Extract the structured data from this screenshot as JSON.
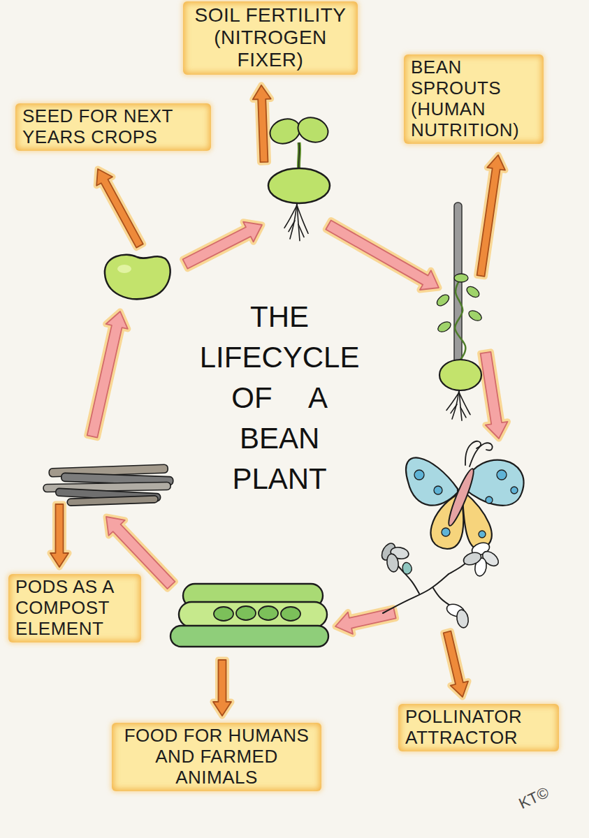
{
  "diagram": {
    "title": "THE LIFECYCLE OF A BEAN PLANT",
    "nodes": [
      {
        "text": [
          "SEED FOR NEXT YEARS CROPS"
        ]
      },
      {
        "text": [
          "SOIL FERTILITY (NITROGEN FIXER)"
        ]
      },
      {
        "text": [
          "BEAN SPROUTS (HUMAN NUTRITION)"
        ]
      },
      {
        "text": [
          "POLLINATOR ATTRACTOR"
        ]
      },
      {
        "text": [
          "FOOD FOR HUMANS AND FARMED ANIMALS"
        ]
      },
      {
        "text": [
          "PODS AS A COMPOST ELEMENT"
        ]
      }
    ],
    "labels": [
      "KT©"
    ]
  }
}
